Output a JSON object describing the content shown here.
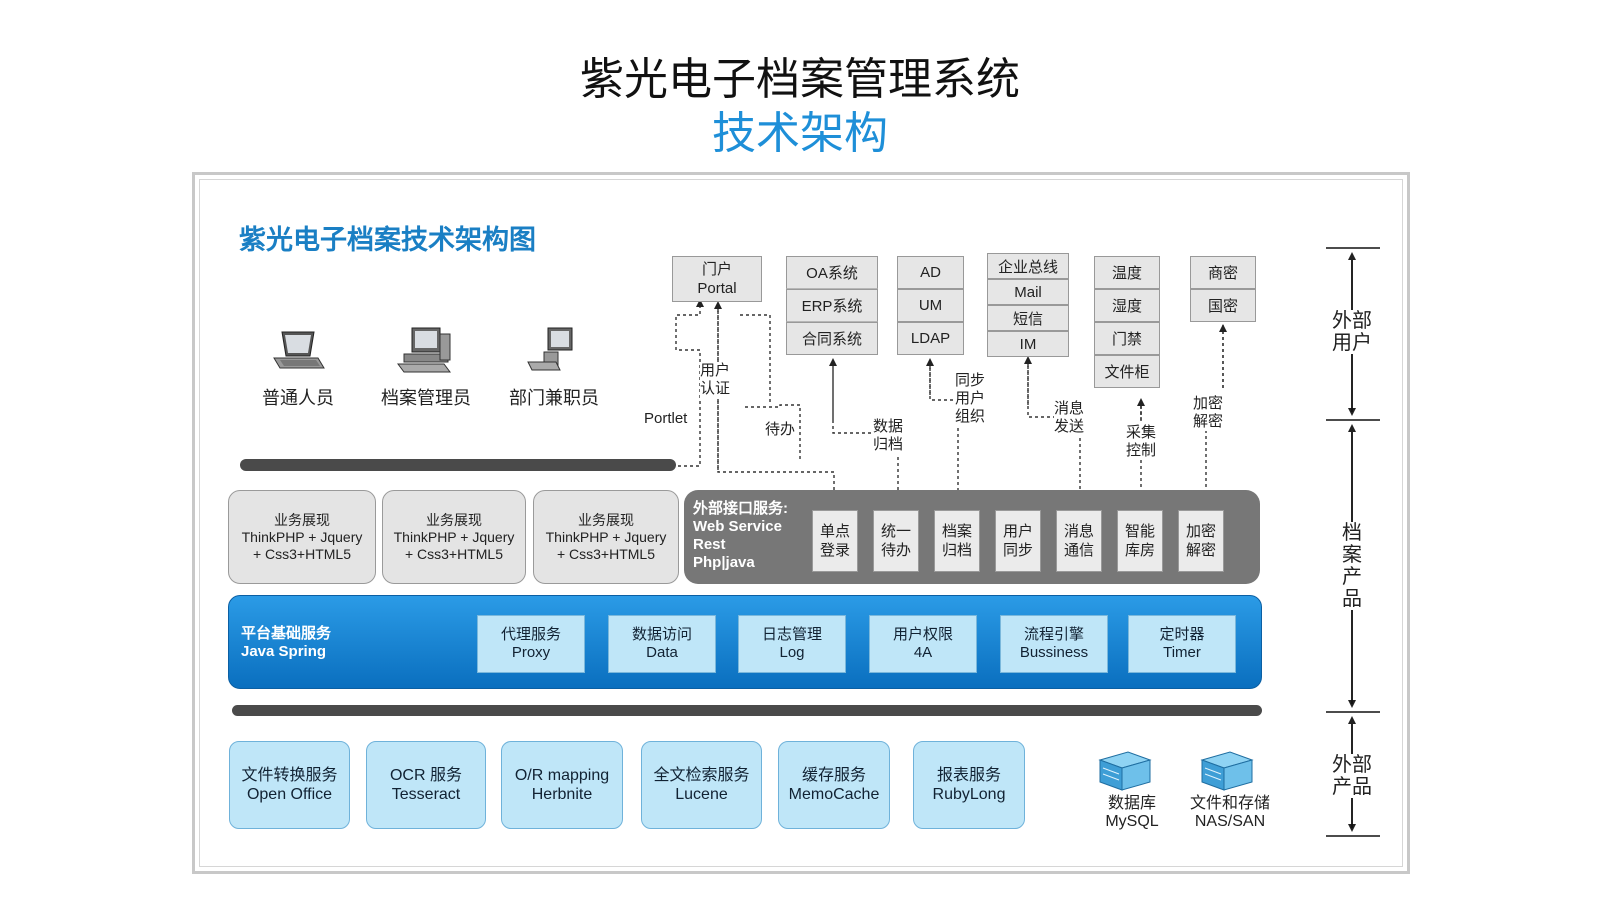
{
  "title": "紫光电子档案管理系统",
  "subtitle": "技术架构",
  "diagram_title": "紫光电子档案技术架构图",
  "users": [
    "普通人员",
    "档案管理员",
    "部门兼职员"
  ],
  "top_systems": {
    "portal": [
      "门户",
      "Portal"
    ],
    "oa": [
      "OA系统",
      "ERP系统",
      "合同系统"
    ],
    "ad": [
      "AD",
      "UM",
      "LDAP"
    ],
    "bus": [
      "企业总线",
      "Mail",
      "短信",
      "IM"
    ],
    "sensors": [
      "温度",
      "湿度",
      "门禁",
      "文件柜"
    ],
    "crypto": [
      "商密",
      "国密"
    ]
  },
  "flow_labels": {
    "portlet": "Portlet",
    "auth": [
      "用户",
      "认证"
    ],
    "todo": "待办",
    "archive": [
      "数据",
      "归档"
    ],
    "sync": [
      "同步",
      "用户",
      "组织"
    ],
    "msg": [
      "消息",
      "发送"
    ],
    "collect": [
      "采集",
      "控制"
    ],
    "encrypt": [
      "加密",
      "解密"
    ]
  },
  "biz_boxes": [
    [
      "业务展现",
      "ThinkPHP + Jquery",
      "+ Css3+HTML5"
    ],
    [
      "业务展现",
      "ThinkPHP + Jquery",
      "+ Css3+HTML5"
    ],
    [
      "业务展现",
      "ThinkPHP + Jquery",
      "+ Css3+HTML5"
    ]
  ],
  "ext_interface": {
    "label": [
      "外部接口服务:",
      "Web Service",
      "Rest",
      "Php|java"
    ],
    "services": [
      [
        "单点",
        "登录"
      ],
      [
        "统一",
        "待办"
      ],
      [
        "档案",
        "归档"
      ],
      [
        "用户",
        "同步"
      ],
      [
        "消息",
        "通信"
      ],
      [
        "智能",
        "库房"
      ],
      [
        "加密",
        "解密"
      ]
    ]
  },
  "platform": {
    "label": [
      "平台基础服务",
      "Java Spring"
    ],
    "services": [
      [
        "代理服务",
        "Proxy"
      ],
      [
        "数据访问",
        "Data"
      ],
      [
        "日志管理",
        "Log"
      ],
      [
        "用户权限",
        "4A"
      ],
      [
        "流程引擎",
        "Bussiness"
      ],
      [
        "定时器",
        "Timer"
      ]
    ]
  },
  "external_products": [
    [
      "文件转换服务",
      "Open Office"
    ],
    [
      "OCR 服务",
      "Tesseract"
    ],
    [
      "O/R mapping",
      "Herbnite"
    ],
    [
      "全文检索服务",
      "Lucene"
    ],
    [
      "缓存服务",
      "MemoCache"
    ],
    [
      "报表服务",
      "RubyLong"
    ]
  ],
  "storage": [
    [
      "数据库",
      "MySQL"
    ],
    [
      "文件和存储",
      "NAS/SAN"
    ]
  ],
  "side_labels": {
    "external_users": [
      "外部",
      "用户"
    ],
    "archive_product": [
      "档",
      "案",
      "产",
      "品"
    ],
    "external_products": [
      "外部",
      "产品"
    ]
  },
  "colors": {
    "accent": "#1e8fd8",
    "platform": "#0a6fbf",
    "light_blue": "#bfe6f8",
    "interface_panel": "#777777"
  }
}
